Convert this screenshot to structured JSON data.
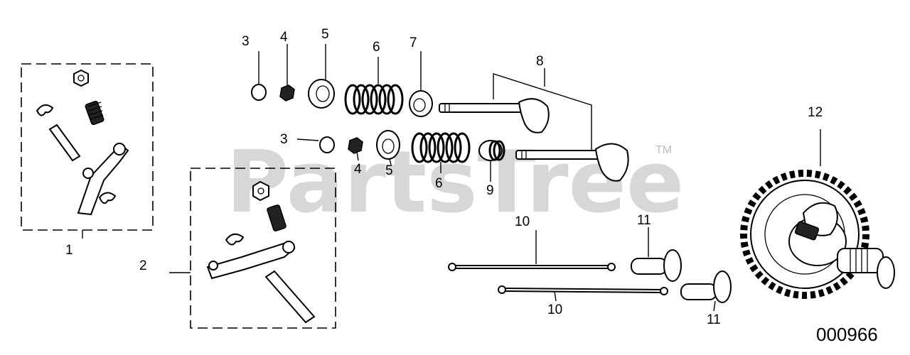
{
  "watermark": {
    "text": "PartsTree",
    "trademark": "TM"
  },
  "figure_number": "000966",
  "callouts": {
    "c1": "1",
    "c2": "2",
    "c3a": "3",
    "c3b": "3",
    "c4a": "4",
    "c4b": "4",
    "c5a": "5",
    "c5b": "5",
    "c6a": "6",
    "c6b": "6",
    "c7": "7",
    "c8": "8",
    "c9": "9",
    "c10a": "10",
    "c10b": "10",
    "c11a": "11",
    "c11b": "11",
    "c12": "12"
  }
}
